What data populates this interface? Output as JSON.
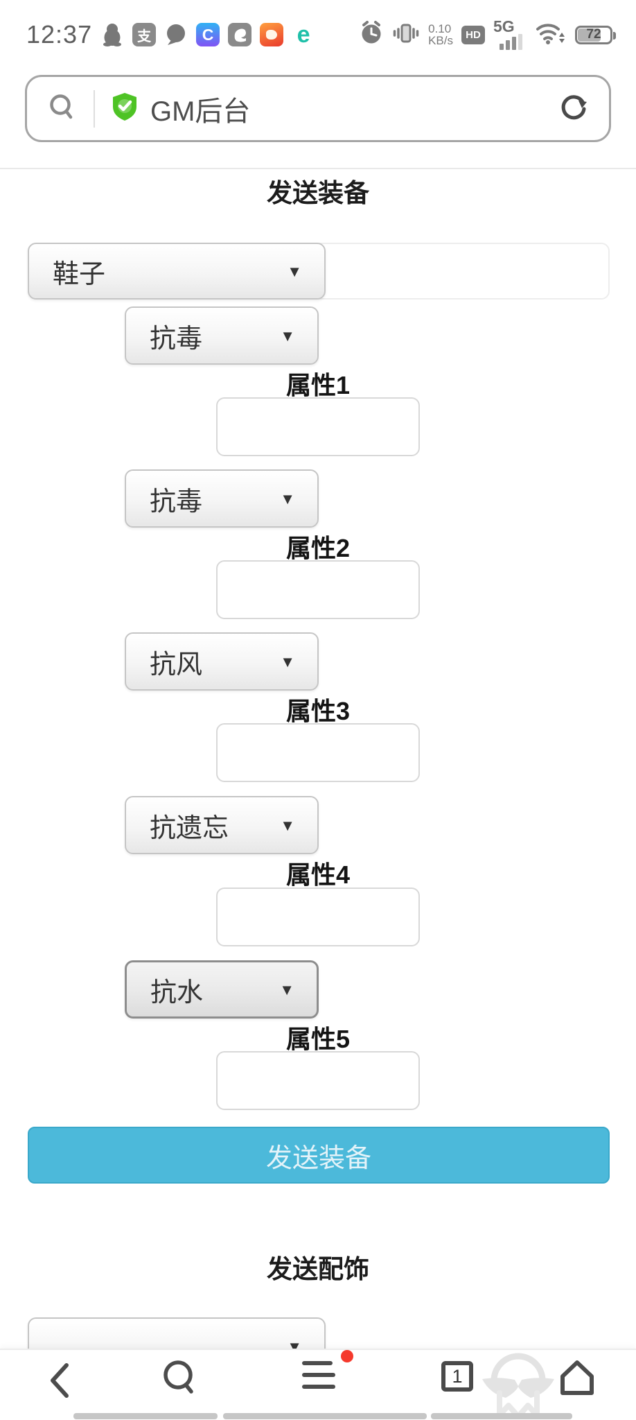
{
  "colors": {
    "accent_blue": "#4cb9da",
    "shield_green": "#4ec325",
    "badge_red": "#f5392c"
  },
  "status_bar": {
    "time": "12:37",
    "net_speed_value": "0.10",
    "net_speed_unit": "KB/s",
    "hd_label": "HD",
    "network_type": "5G",
    "battery_level": "72",
    "alipay_glyph": "支",
    "c_app_glyph": "C",
    "e_app_glyph": "e"
  },
  "address_bar": {
    "site_title": "GM后台"
  },
  "equipment_form": {
    "title": "发送装备",
    "item_type_value": "鞋子",
    "rows": [
      {
        "option": "抗毒",
        "label": "属性1",
        "value": ""
      },
      {
        "option": "抗毒",
        "label": "属性2",
        "value": ""
      },
      {
        "option": "抗风",
        "label": "属性3",
        "value": ""
      },
      {
        "option": "抗遗忘",
        "label": "属性4",
        "value": ""
      },
      {
        "option": "抗水",
        "label": "属性5",
        "value": ""
      }
    ],
    "submit_label": "发送装备"
  },
  "accessory_form": {
    "title": "发送配饰"
  },
  "bottom_nav": {
    "tab_count": "1"
  },
  "icons": {
    "dropdown_arrow": "▼"
  }
}
